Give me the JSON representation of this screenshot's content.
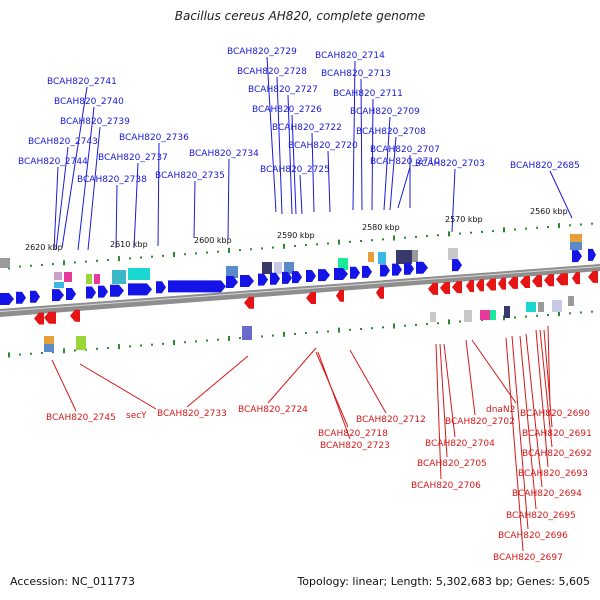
{
  "title": "Bacillus cereus AH820, complete genome",
  "footer": {
    "accession": "Accession: NC_011773",
    "summary": "Topology: linear; Length: 5,302,683 bp; Genes: 5,605"
  },
  "colors": {
    "forward": "#1414e6",
    "reverse": "#e61414",
    "backbone": "#8a8a8a",
    "tick": "#2b8a2b"
  },
  "kbp_labels": [
    "2620 kbp",
    "2610 kbp",
    "2600 kbp",
    "2590 kbp",
    "2580 kbp",
    "2570 kbp",
    "2560 kbp"
  ],
  "top_labels": [
    "BCAH820_2729",
    "BCAH820_2714",
    "BCAH820_2728",
    "BCAH820_2713",
    "BCAH820_2741",
    "BCAH820_2727",
    "BCAH820_2711",
    "BCAH820_2740",
    "BCAH820_2726",
    "BCAH820_2709",
    "BCAH820_2739",
    "BCAH820_2722",
    "BCAH820_2708",
    "BCAH820_2736",
    "BCAH820_2743",
    "BCAH820_2720",
    "BCAH820_2707",
    "BCAH820_2734",
    "BCAH820_2737",
    "BCAH820_2710",
    "BCAH820_2703",
    "BCAH820_2685",
    "BCAH820_2744",
    "BCAH820_2725",
    "BCAH820_2735",
    "BCAH820_2738"
  ],
  "bottom_labels": [
    "BCAH820_2745",
    "secY",
    "BCAH820_2733",
    "BCAH820_2724",
    "BCAH820_2712",
    "dnaN2",
    "BCAH820_2690",
    "BCAH820_2702",
    "BCAH820_2718",
    "BCAH820_2691",
    "BCAH820_2704",
    "BCAH820_2723",
    "BCAH820_2692",
    "BCAH820_2705",
    "BCAH820_2693",
    "BCAH820_2706",
    "BCAH820_2694",
    "BCAH820_2695",
    "BCAH820_2696",
    "BCAH820_2697"
  ]
}
